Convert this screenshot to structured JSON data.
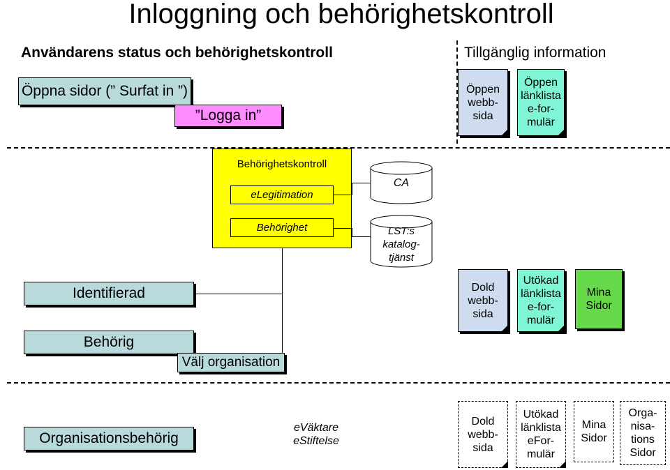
{
  "title": "Inloggning och behörighetskontroll",
  "headings": {
    "left": "Användarens status och behörighetskontroll",
    "right": "Tillgänglig information"
  },
  "status": {
    "open_pages": "Öppna sidor (” Surfat in ”)",
    "login": "”Logga in”",
    "identified": "Identifierad",
    "authorized": "Behörig",
    "choose_org": "Välj organisation",
    "org_authorized": "Organisationsbehörig"
  },
  "auth": {
    "control_title": "Behörighetskontroll",
    "elegitimation": "eLegitimation",
    "permission": "Behörighet",
    "ca": "CA",
    "catalog": [
      "LST:s",
      "katalog-",
      "tjänst"
    ],
    "evaktare": [
      "eVäktare",
      "eStiftelse"
    ]
  },
  "info": {
    "open_web": [
      "Öppen",
      "webb-",
      "sida"
    ],
    "open_links": [
      "Öppen",
      "länklista",
      "e-for-",
      "mulär"
    ],
    "hidden_web": [
      "Dold",
      "webb-",
      "sida"
    ],
    "extended_links": [
      "Utökad",
      "länklista",
      "e-for-",
      "mulär"
    ],
    "my_pages": [
      "Mina",
      "Sidor"
    ],
    "hidden_web_2": [
      "Dold",
      "webb-",
      "sida"
    ],
    "extended_links_2": [
      "Utökad",
      "länklista",
      "eFor-",
      "mulär"
    ],
    "my_pages_2": [
      "Mina",
      "Sidor"
    ],
    "org_pages": [
      "Orga-",
      "nisa-",
      "tions",
      "Sidor"
    ]
  },
  "colors": {
    "light_blue": "#b8dada",
    "pink": "#ff8cff",
    "yellow": "#ffff00",
    "green": "#66d94a",
    "teal": "#7ff5d5",
    "lavender": "#cfdcef"
  }
}
